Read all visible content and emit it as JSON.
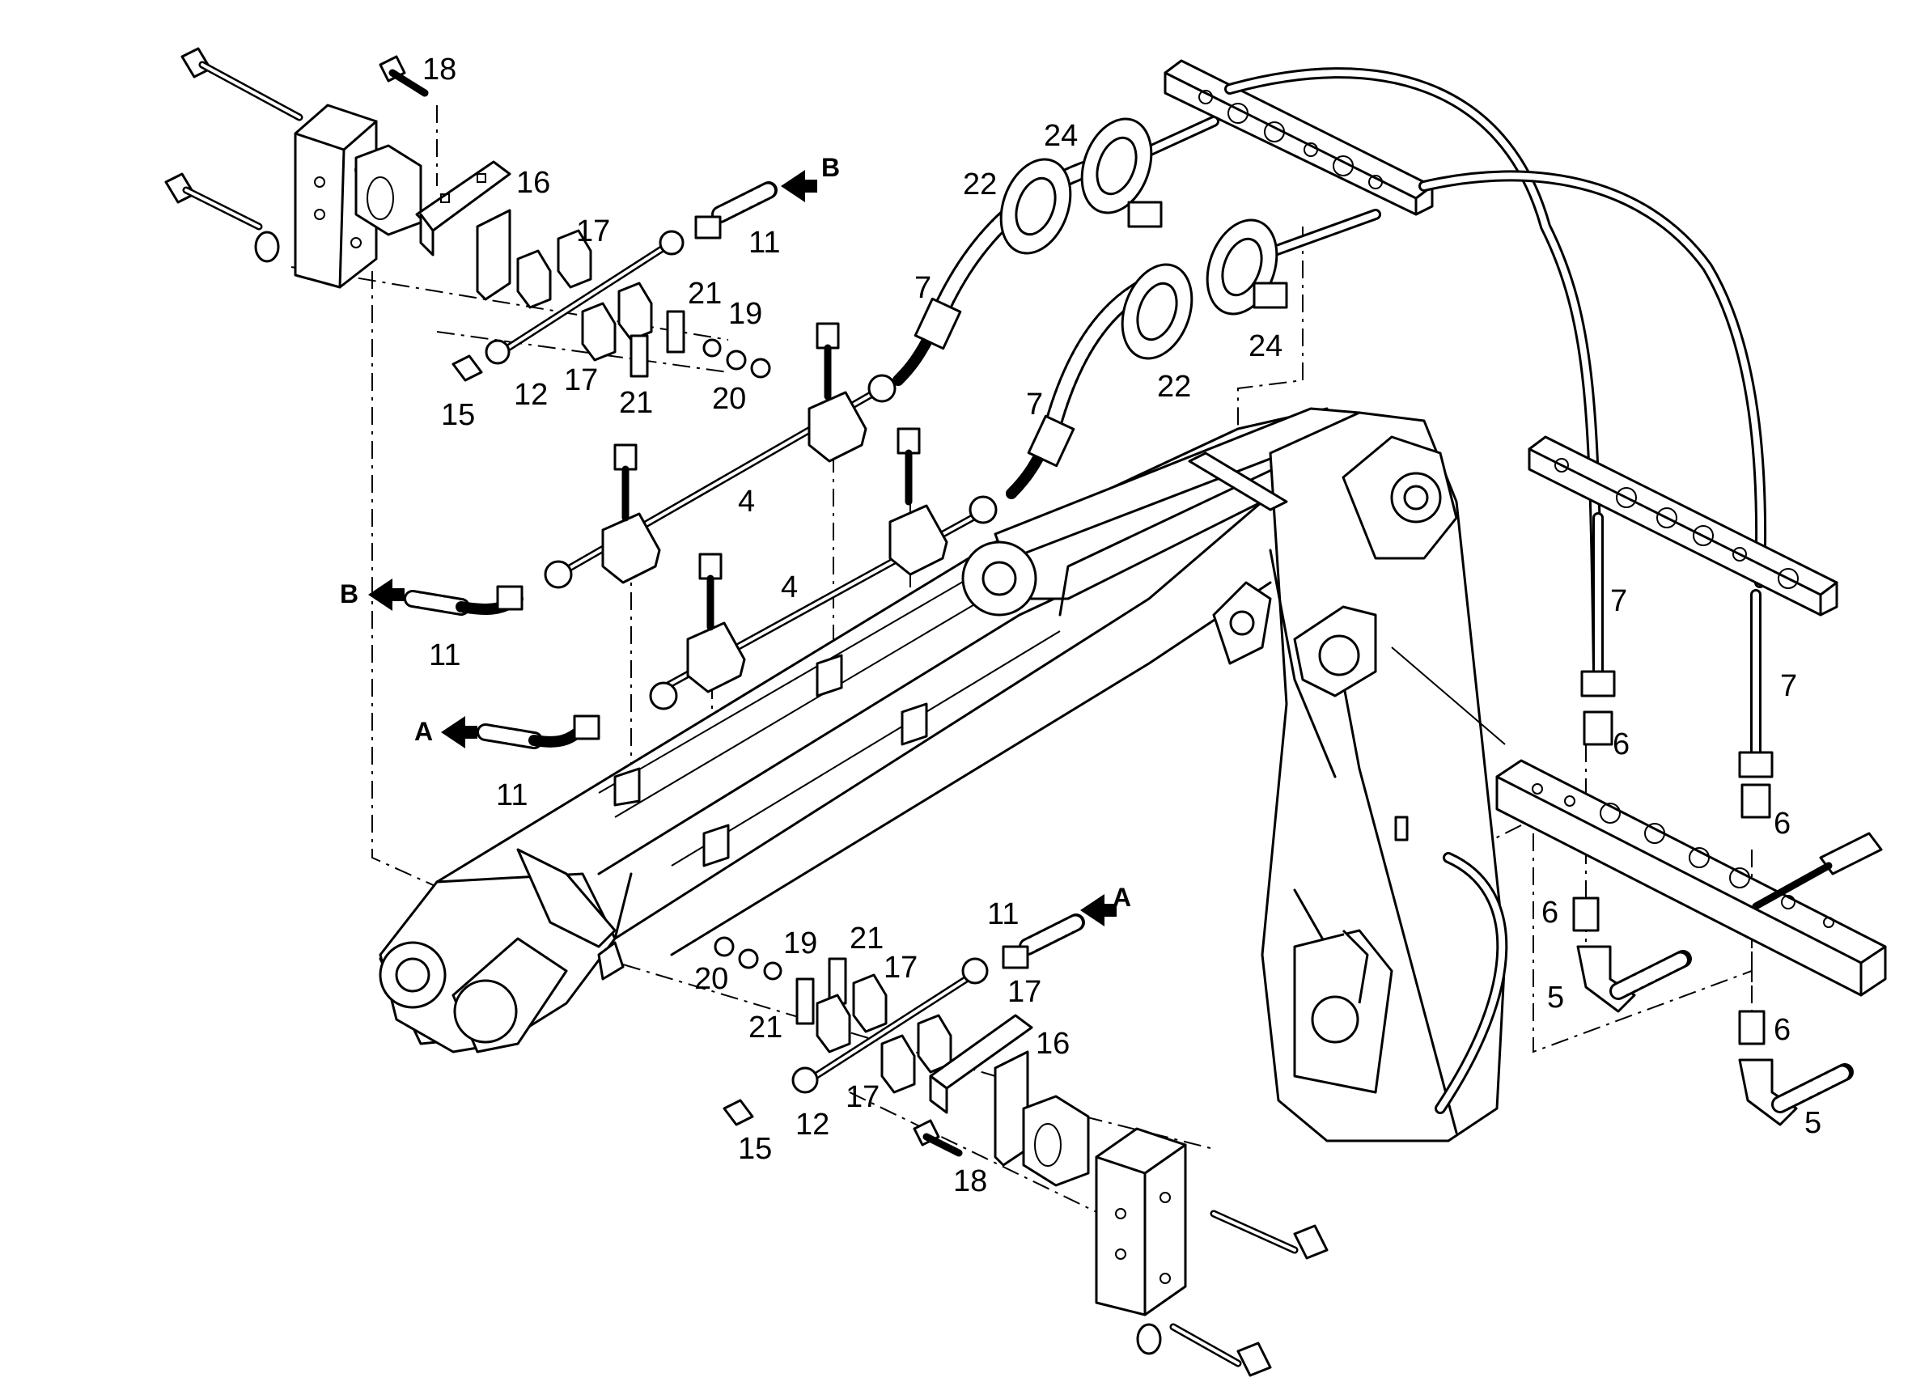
{
  "labels": {
    "p18_top": "18",
    "p16_top": "16",
    "p17_top_a": "17",
    "p17_top_b": "17",
    "p11_top": "11",
    "p21_top_a": "21",
    "p21_top_b": "21",
    "p19_top": "19",
    "p20_top": "20",
    "p15_top": "15",
    "p12_top": "12",
    "p24_top": "24",
    "p22_top": "22",
    "p7_a": "7",
    "p7_b": "7",
    "p24_mid": "24",
    "p22_mid": "22",
    "p4_a": "4",
    "p4_b": "4",
    "p11_left_b": "11",
    "p11_left_a": "11",
    "p7_right_a": "7",
    "p7_right_b": "7",
    "p6_a": "6",
    "p6_b": "6",
    "p6_c": "6",
    "p6_d": "6",
    "p5_a": "5",
    "p5_b": "5",
    "p11_bottom": "11",
    "p19_bottom": "19",
    "p21_bottom_a": "21",
    "p21_bottom_b": "21",
    "p20_bottom": "20",
    "p17_bottom_a": "17",
    "p17_bottom_b": "17",
    "p17_bottom_c": "17",
    "p16_bottom": "16",
    "p15_bottom": "15",
    "p12_bottom": "12",
    "p18_bottom": "18"
  },
  "flow_markers": {
    "b_top": "B",
    "b_left": "B",
    "a_left": "A",
    "a_bottom": "A"
  },
  "colors": {
    "ink": "#000000",
    "paper": "#ffffff"
  },
  "icons": {
    "flow_arrow": "arrow-icon"
  }
}
